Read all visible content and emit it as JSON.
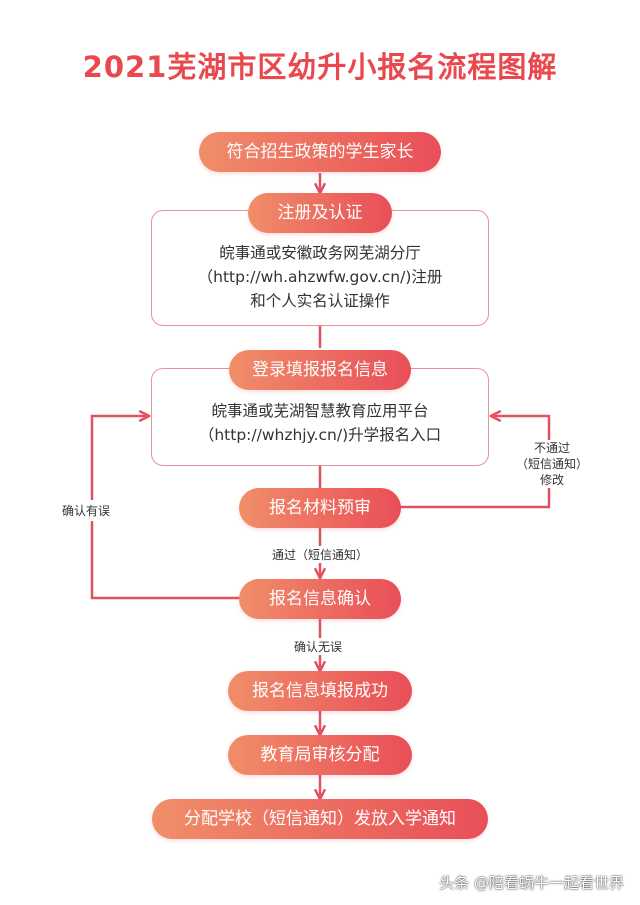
{
  "title": "2021芜湖市区幼升小报名流程图解",
  "steps": {
    "eligible": "符合招生政策的学生家长",
    "register": "注册及认证",
    "fill_info": "登录填报报名信息",
    "pre_review": "报名材料预审",
    "confirm": "报名信息确认",
    "success": "报名信息填报成功",
    "allocate": "教育局审核分配",
    "notice": "分配学校（短信通知）发放入学通知"
  },
  "boxes": {
    "register_detail": [
      "皖事通或安徽政务网芜湖分厅",
      "（http://wh.ahzwfw.gov.cn/)注册",
      "和个人实名认证操作"
    ],
    "fill_detail": [
      "皖事通或芜湖智慧教育应用平台",
      "（http://whzhjy.cn/)升学报名入口"
    ]
  },
  "labels": {
    "not_passed": [
      "不通过",
      "（短信通知）",
      "修改"
    ],
    "confirm_error": "确认有误",
    "passed": "通过（短信通知）",
    "confirmed_ok": "确认无误"
  },
  "watermark": "头条 @陪看蜗牛一起看世界",
  "colors": {
    "title": "#e8484e",
    "pill_start": "#f08e69",
    "pill_end": "#e94e58",
    "line": "#e05260",
    "box_border": "#e7939a"
  }
}
